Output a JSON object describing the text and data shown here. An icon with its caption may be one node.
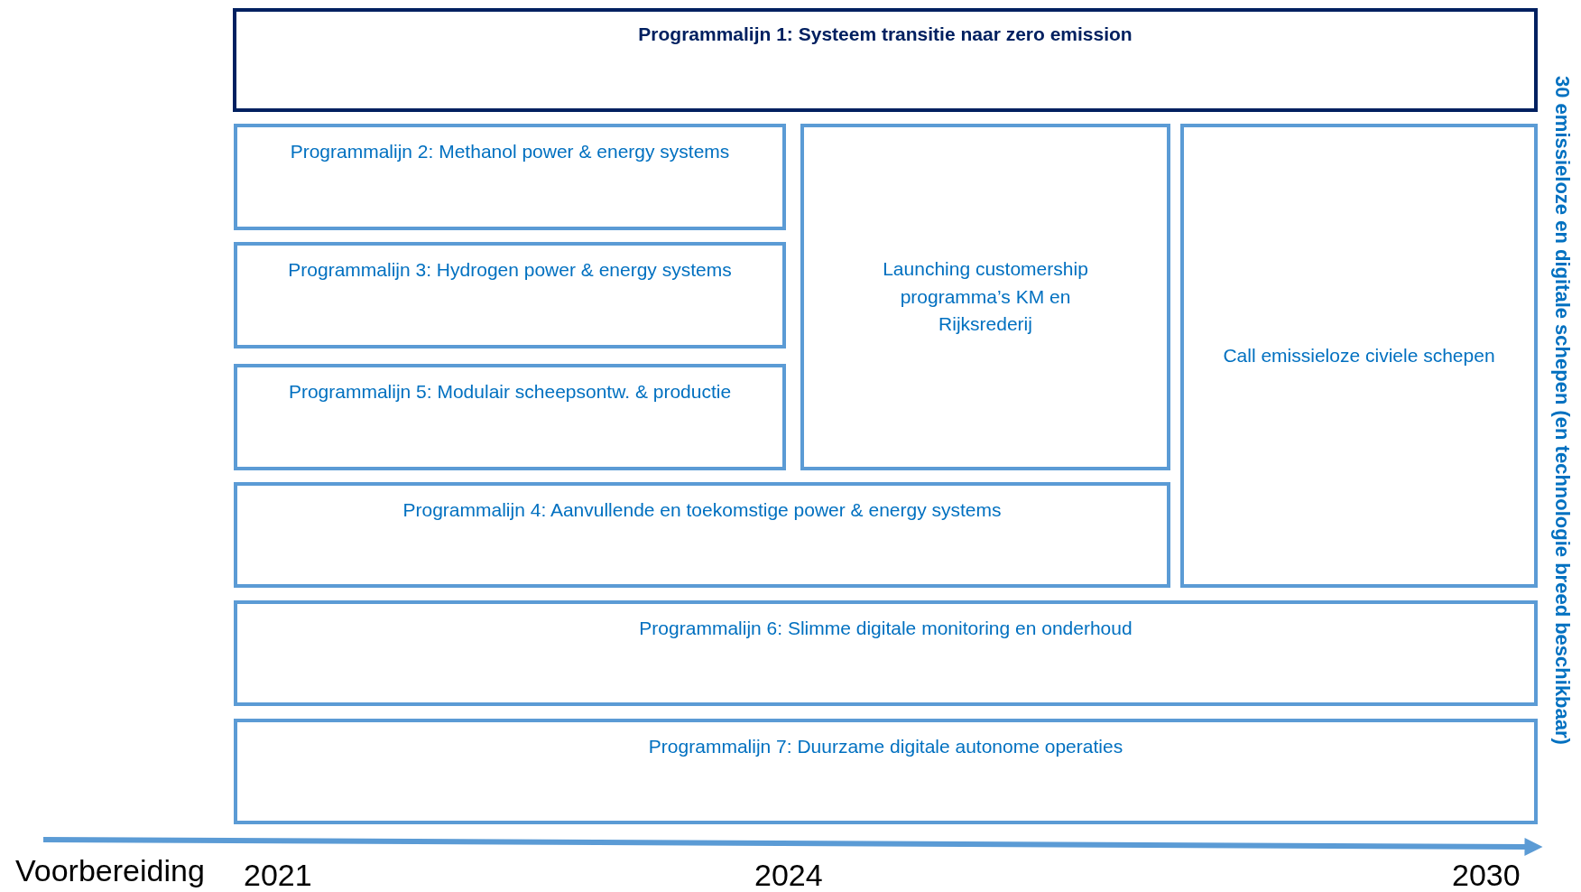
{
  "diagram": {
    "nodes": [
      {
        "text": [
          "Programmalijn 1: Systeem transitie naar zero emission"
        ]
      },
      {
        "text": [
          "Programmalijn 2: Methanol power & energy systems"
        ]
      },
      {
        "text": [
          "Programmalijn 3: Hydrogen power & energy systems"
        ]
      },
      {
        "text": [
          "Programmalijn 5: Modulair scheepsontw. & productie"
        ]
      },
      {
        "text": [
          "Launching customership programma’s KM en Rijksrederij"
        ]
      },
      {
        "text": [
          "Call emissieloze civiele schepen"
        ]
      },
      {
        "text": [
          "Programmalijn 4: Aanvullende en toekomstige power & energy systems"
        ]
      },
      {
        "text": [
          "Programmalijn 6: Slimme digitale monitoring en onderhoud"
        ]
      },
      {
        "text": [
          "Programmalijn 7: Duurzame digitale autonome operaties"
        ]
      }
    ],
    "labels": [
      "30 emissieloze en digitale schepen (en technologie breed beschikbaar)",
      "Voorbereiding",
      "2021",
      "2024",
      "2030"
    ]
  }
}
